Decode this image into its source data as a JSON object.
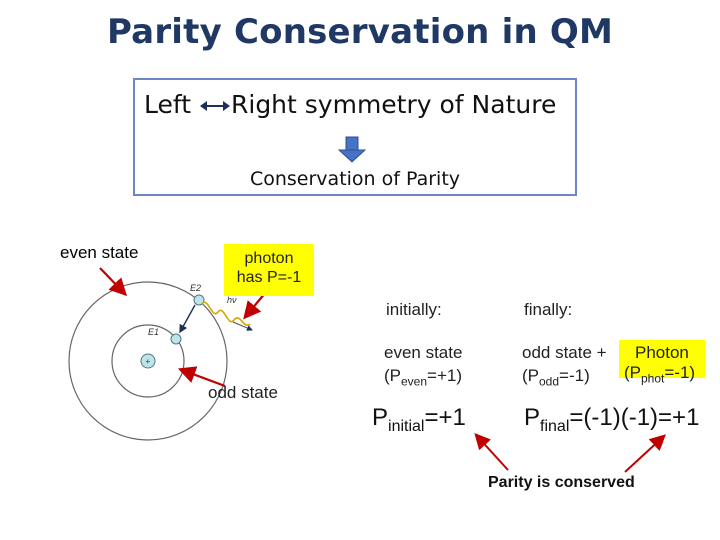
{
  "title": "Parity Conservation in QM",
  "symmetry": {
    "left": "Left",
    "right": "Right symmetry of Nature",
    "conclusion": "Conservation of Parity"
  },
  "diagram": {
    "even_state": "even state",
    "photon_line1": "photon",
    "photon_line2": "has P=-1",
    "odd_state": "odd state",
    "level_e2": "E2",
    "level_e1": "E1",
    "hnu": "hν"
  },
  "table": {
    "initially": "initially:",
    "finally": "finally:",
    "even_state": "even state",
    "odd_state": "odd state +",
    "photon": "Photon",
    "p_even_pre": "(P",
    "p_even_sub": "even",
    "p_even_post": "=+1)",
    "p_odd_pre": "(P",
    "p_odd_sub": "odd",
    "p_odd_post": "=-1)",
    "p_phot_pre": "(P",
    "p_phot_sub": "phot",
    "p_phot_post": "=-1)",
    "p_initial_pre": "P",
    "p_initial_sub": "initial",
    "p_initial_post": "=+1",
    "p_final_pre": "P",
    "p_final_sub": "final",
    "p_final_post": "=(-1)(-1)=+1"
  },
  "conclusion": "Parity is conserved",
  "colors": {
    "title": "#1f3864",
    "box_border": "#6f86c6",
    "highlight": "#ffff00",
    "arrow_red": "#c00000",
    "arrow_blue": "#4472c4"
  }
}
